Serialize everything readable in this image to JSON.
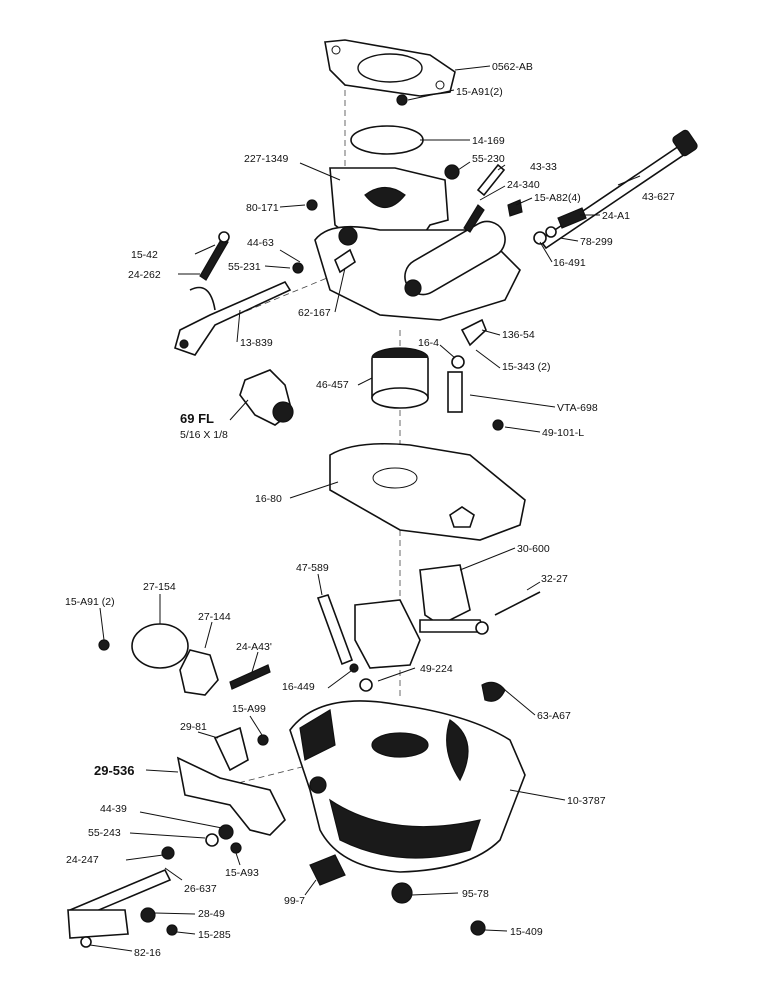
{
  "diagram": {
    "labels": [
      {
        "id": "p0562ab",
        "text": "0562-AB"
      },
      {
        "id": "p15a91a",
        "text": "15-A91(2)"
      },
      {
        "id": "p14169",
        "text": "14-169"
      },
      {
        "id": "p2271349",
        "text": "227-1349"
      },
      {
        "id": "p55230",
        "text": "55-230"
      },
      {
        "id": "p4333",
        "text": "43-33"
      },
      {
        "id": "p24340",
        "text": "24-340"
      },
      {
        "id": "p43627",
        "text": "43-627"
      },
      {
        "id": "p80171",
        "text": "80-171"
      },
      {
        "id": "p15a82",
        "text": "15-A82(4)"
      },
      {
        "id": "p24a1",
        "text": "24-A1"
      },
      {
        "id": "p1542",
        "text": "15-42"
      },
      {
        "id": "p4463",
        "text": "44-63"
      },
      {
        "id": "p78299",
        "text": "78-299"
      },
      {
        "id": "p24262",
        "text": "24-262"
      },
      {
        "id": "p55231",
        "text": "55-231"
      },
      {
        "id": "p16491",
        "text": "16-491"
      },
      {
        "id": "p62167",
        "text": "62-167"
      },
      {
        "id": "p13654",
        "text": "136-54"
      },
      {
        "id": "p13839",
        "text": "13-839"
      },
      {
        "id": "p164",
        "text": "16-4"
      },
      {
        "id": "p15343",
        "text": "15-343 (2)"
      },
      {
        "id": "p46457",
        "text": "46-457"
      },
      {
        "id": "pvta698",
        "text": "VTA-698"
      },
      {
        "id": "p69fl",
        "text": "69 FL"
      },
      {
        "id": "p69flsize",
        "text": "5/16 X 1/8"
      },
      {
        "id": "p49101l",
        "text": "49-101-L"
      },
      {
        "id": "p1680",
        "text": "16-80"
      },
      {
        "id": "p30600",
        "text": "30-600"
      },
      {
        "id": "p47589",
        "text": "47-589"
      },
      {
        "id": "p3227",
        "text": "32-27"
      },
      {
        "id": "p15a91b",
        "text": "15-A91 (2)"
      },
      {
        "id": "p27154",
        "text": "27-154"
      },
      {
        "id": "p27144",
        "text": "27-144"
      },
      {
        "id": "p24a43",
        "text": "24-A43'"
      },
      {
        "id": "p16449",
        "text": "16-449"
      },
      {
        "id": "p49224",
        "text": "49-224"
      },
      {
        "id": "p63a67",
        "text": "63-A67"
      },
      {
        "id": "p15a99",
        "text": "15-A99"
      },
      {
        "id": "p2981",
        "text": "29-81"
      },
      {
        "id": "p29536",
        "text": "29-536"
      },
      {
        "id": "p103787",
        "text": "10-3787"
      },
      {
        "id": "p4439",
        "text": "44-39"
      },
      {
        "id": "p55243",
        "text": "55-243"
      },
      {
        "id": "p24247",
        "text": "24-247"
      },
      {
        "id": "p15a93",
        "text": "15-A93"
      },
      {
        "id": "p26637",
        "text": "26-637"
      },
      {
        "id": "p997",
        "text": "99-7"
      },
      {
        "id": "p9578",
        "text": "95-78"
      },
      {
        "id": "p2849",
        "text": "28-49"
      },
      {
        "id": "p15285",
        "text": "15-285"
      },
      {
        "id": "p15409",
        "text": "15-409"
      },
      {
        "id": "p8216",
        "text": "82-16"
      }
    ]
  }
}
